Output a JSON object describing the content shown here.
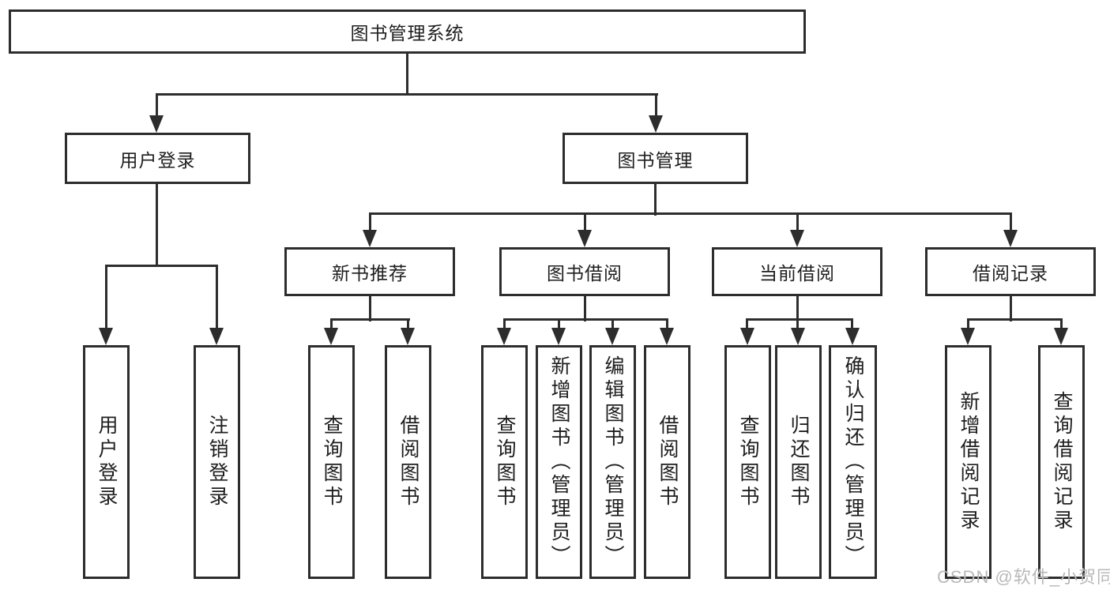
{
  "diagram_title": "图书管理系统",
  "watermark": {
    "text": "CSDN @软件_小贺同学"
  },
  "colors": {
    "line": "#2d2d2d",
    "text": "#1e1e1e",
    "background": "#ffffff",
    "watermark": "#b9b9b9"
  },
  "tree": {
    "label": "图书管理系统",
    "children": [
      {
        "label": "用户登录",
        "children": [
          {
            "label": "用户登录"
          },
          {
            "label": "注销登录"
          }
        ]
      },
      {
        "label": "图书管理",
        "children": [
          {
            "label": "新书推荐",
            "children": [
              {
                "label": "查询图书"
              },
              {
                "label": "借阅图书"
              }
            ]
          },
          {
            "label": "图书借阅",
            "children": [
              {
                "label": "查询图书"
              },
              {
                "label": "新增图书（管理员）"
              },
              {
                "label": "编辑图书（管理员）"
              },
              {
                "label": "借阅图书"
              }
            ]
          },
          {
            "label": "当前借阅",
            "children": [
              {
                "label": "查询图书"
              },
              {
                "label": "归还图书"
              },
              {
                "label": "确认归还（管理员）"
              }
            ]
          },
          {
            "label": "借阅记录",
            "children": [
              {
                "label": "新增借阅记录"
              },
              {
                "label": "查询借阅记录"
              }
            ]
          }
        ]
      }
    ]
  }
}
